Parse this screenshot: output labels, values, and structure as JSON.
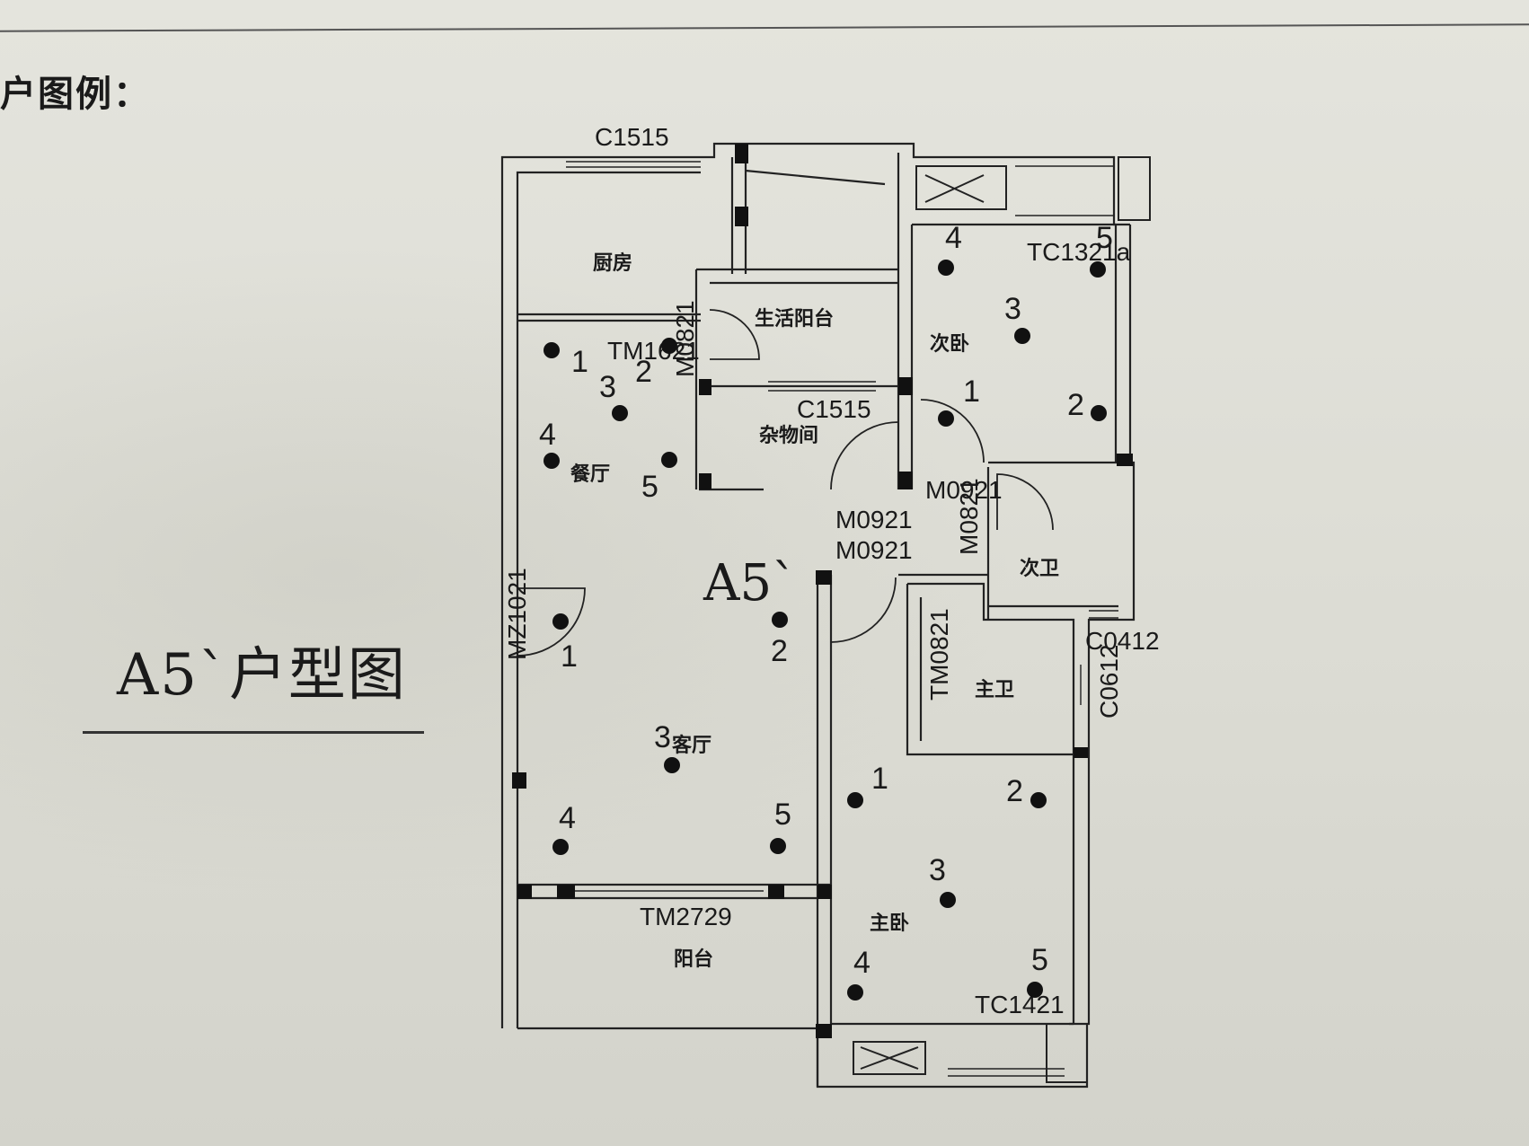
{
  "legend_label": "户图例：",
  "plan_title": "A5`户型图",
  "unit_label": "A5`",
  "rooms": {
    "kitchen": "厨房",
    "service_balcony": "生活阳台",
    "second_bedroom": "次卧",
    "dining": "餐厅",
    "storage": "杂物间",
    "second_bath": "次卫",
    "living": "客厅",
    "master_bath": "主卫",
    "master_bedroom": "主卧",
    "balcony": "阳台"
  },
  "openings": {
    "c1515_top": "C1515",
    "c1515_storage": "C1515",
    "tc1321a": "TC1321a",
    "tm1621": "TM1621",
    "m0821_service": "M0821",
    "m0921_a": "M0921",
    "m0921_b": "M0921",
    "m0921_c": "M0921",
    "m0821_bath": "M0821",
    "mz1021": "MZ1021",
    "c0412": "C0412",
    "c0612": "C0612",
    "tm0821": "TM0821",
    "tm2729": "TM2729",
    "tc1421": "TC1421"
  },
  "points": {
    "dining": [
      "1",
      "2",
      "3",
      "4",
      "5"
    ],
    "second_bedroom": [
      "4",
      "5",
      "3",
      "1",
      "2"
    ],
    "living": [
      "1",
      "2",
      "3",
      "4",
      "5"
    ],
    "master_bedroom": [
      "1",
      "2",
      "3",
      "4",
      "5"
    ]
  }
}
